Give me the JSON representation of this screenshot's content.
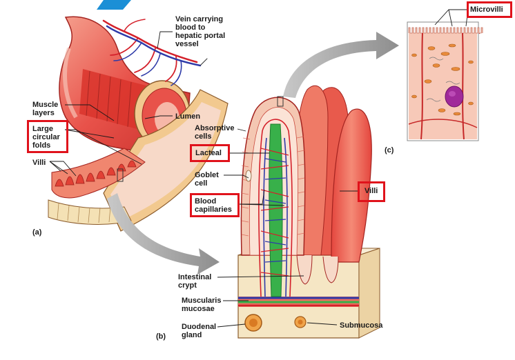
{
  "labels": {
    "vein": "Vein carrying\nblood to\nhepatic portal\nvessel",
    "muscle_layers": "Muscle\nlayers",
    "large_folds": "Large\ncircular\nfolds",
    "villi_a": "Villi",
    "lumen": "Lumen",
    "absorptive_cells": "Absorptive\ncells",
    "lacteal": "Lacteal",
    "goblet_cell": "Goblet\ncell",
    "blood_capillaries": "Blood\ncapillaries",
    "villi_b": "Villi",
    "intestinal_crypt": "Intestinal\ncrypt",
    "muscularis_mucosae": "Muscularis\nmucosae",
    "duodenal_gland": "Duodenal\ngland",
    "submucosa": "Submucosa",
    "microvilli": "Microvilli"
  },
  "panels": {
    "a": "(a)",
    "b": "(b)",
    "c": "(c)"
  },
  "colors": {
    "highlight_box": "#e0121b",
    "arrow": "#9e9e9e",
    "tissue": "#e8524a",
    "tissue_light": "#f6b7a8",
    "vein_blue": "#2e3aa8",
    "artery_red": "#d4202a",
    "lymph_green": "#38b04a",
    "accent_blue": "#1b8fd6"
  }
}
